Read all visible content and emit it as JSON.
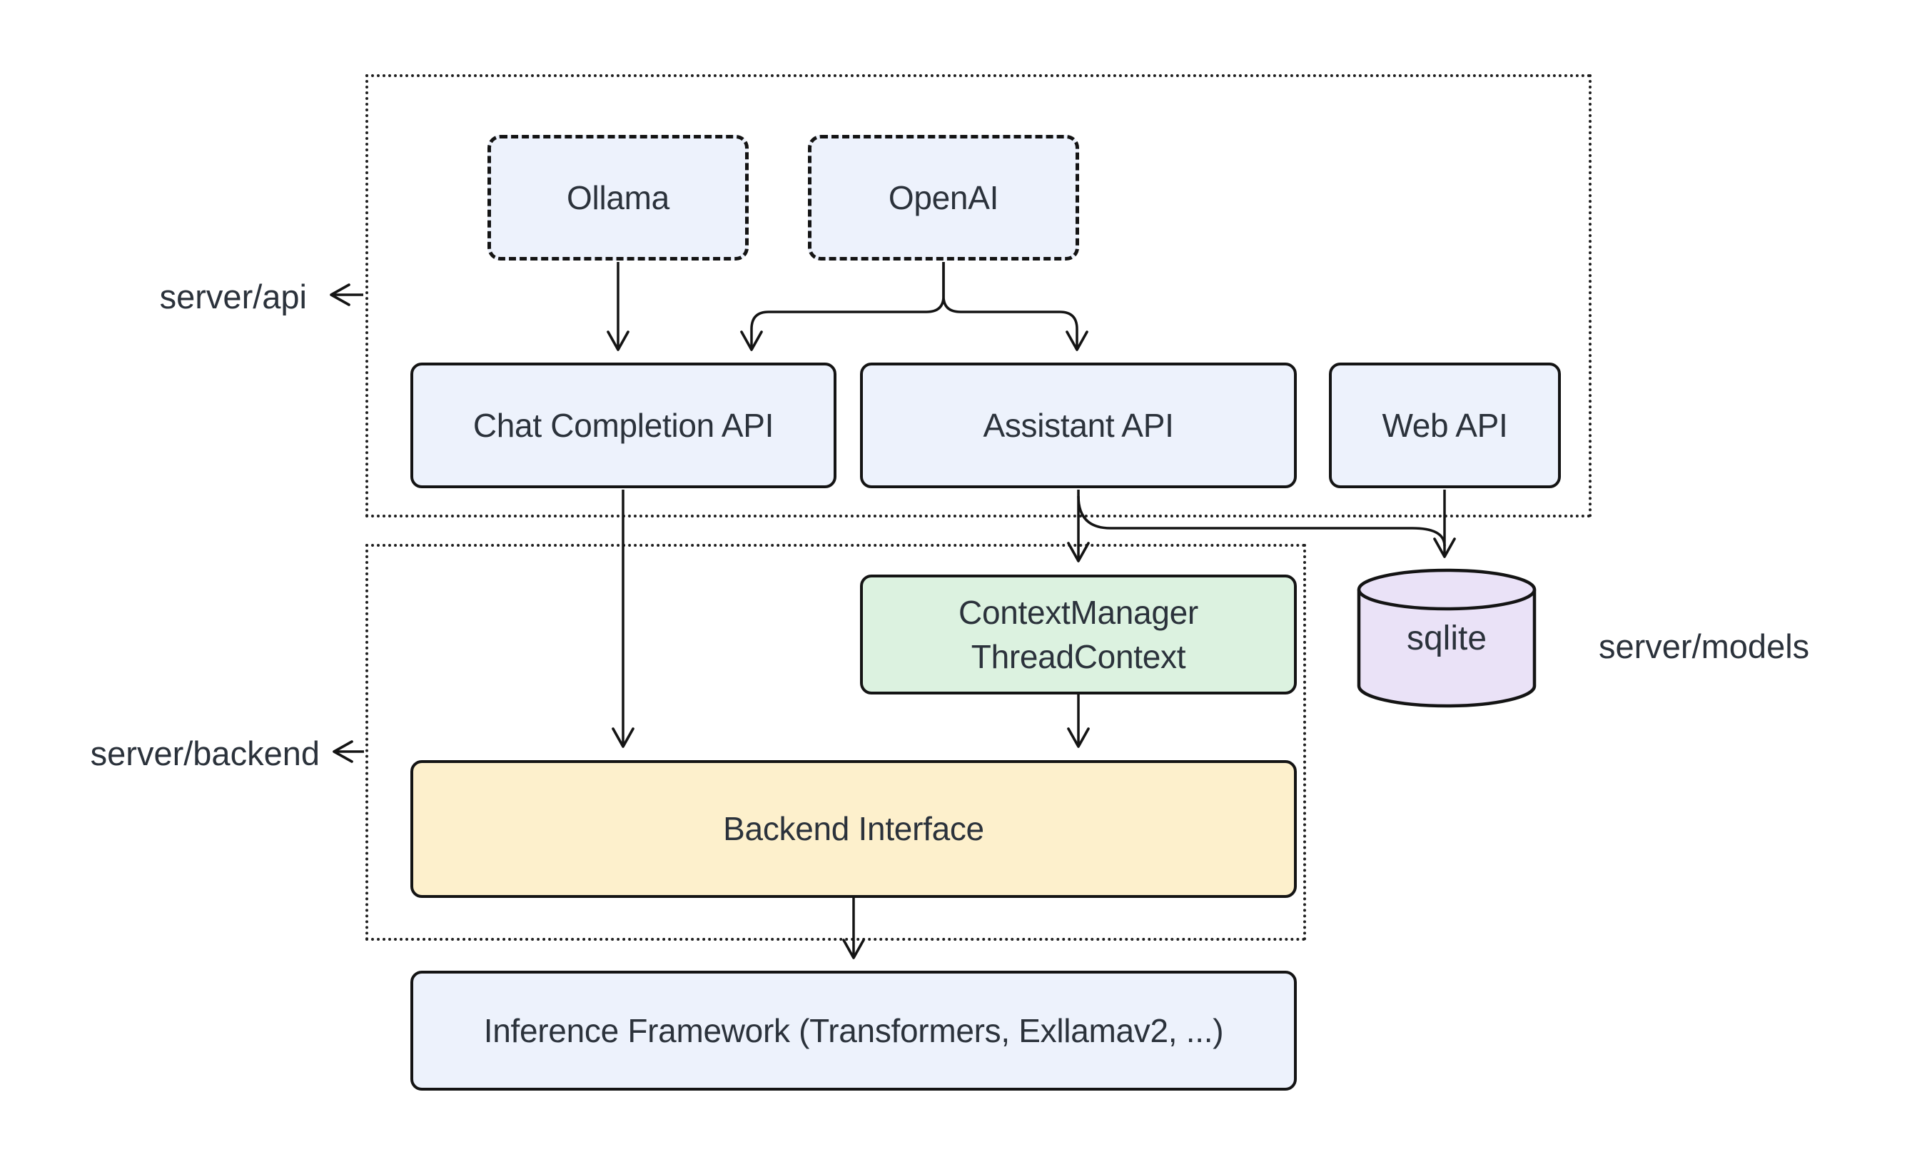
{
  "diagram": {
    "title_hint": "server architecture diagram",
    "colors": {
      "background": "#ffffff",
      "node_fill_blue": "#edf2fc",
      "node_fill_green": "#dcf2e0",
      "node_fill_yellow": "#fdf0cc",
      "node_fill_purple": "#eae2f7",
      "border": "#141414",
      "text": "#2b323b"
    },
    "containers": {
      "api": {
        "label": "server/api"
      },
      "backend": {
        "label": "server/backend"
      }
    },
    "nodes": {
      "ollama": {
        "label": "Ollama"
      },
      "openai": {
        "label": "OpenAI"
      },
      "chat_completion": {
        "label": "Chat Completion API"
      },
      "assistant": {
        "label": "Assistant API"
      },
      "web_api": {
        "label": "Web API"
      },
      "context_manager": {
        "lines": [
          "ContextManager",
          "ThreadContext"
        ]
      },
      "backend_interface": {
        "label": "Backend Interface"
      },
      "inference": {
        "label": "Inference Framework (Transformers, Exllamav2, ...)"
      },
      "sqlite": {
        "label": "sqlite"
      }
    },
    "labels": {
      "models": "server/models"
    },
    "edges": [
      {
        "from": "ollama",
        "to": "chat_completion"
      },
      {
        "from": "openai",
        "to": "chat_completion"
      },
      {
        "from": "openai",
        "to": "assistant"
      },
      {
        "from": "chat_completion",
        "to": "backend_interface"
      },
      {
        "from": "assistant",
        "to": "context_manager"
      },
      {
        "from": "assistant",
        "to": "sqlite"
      },
      {
        "from": "web_api",
        "to": "sqlite"
      },
      {
        "from": "context_manager",
        "to": "backend_interface"
      },
      {
        "from": "backend_interface",
        "to": "inference"
      }
    ]
  }
}
